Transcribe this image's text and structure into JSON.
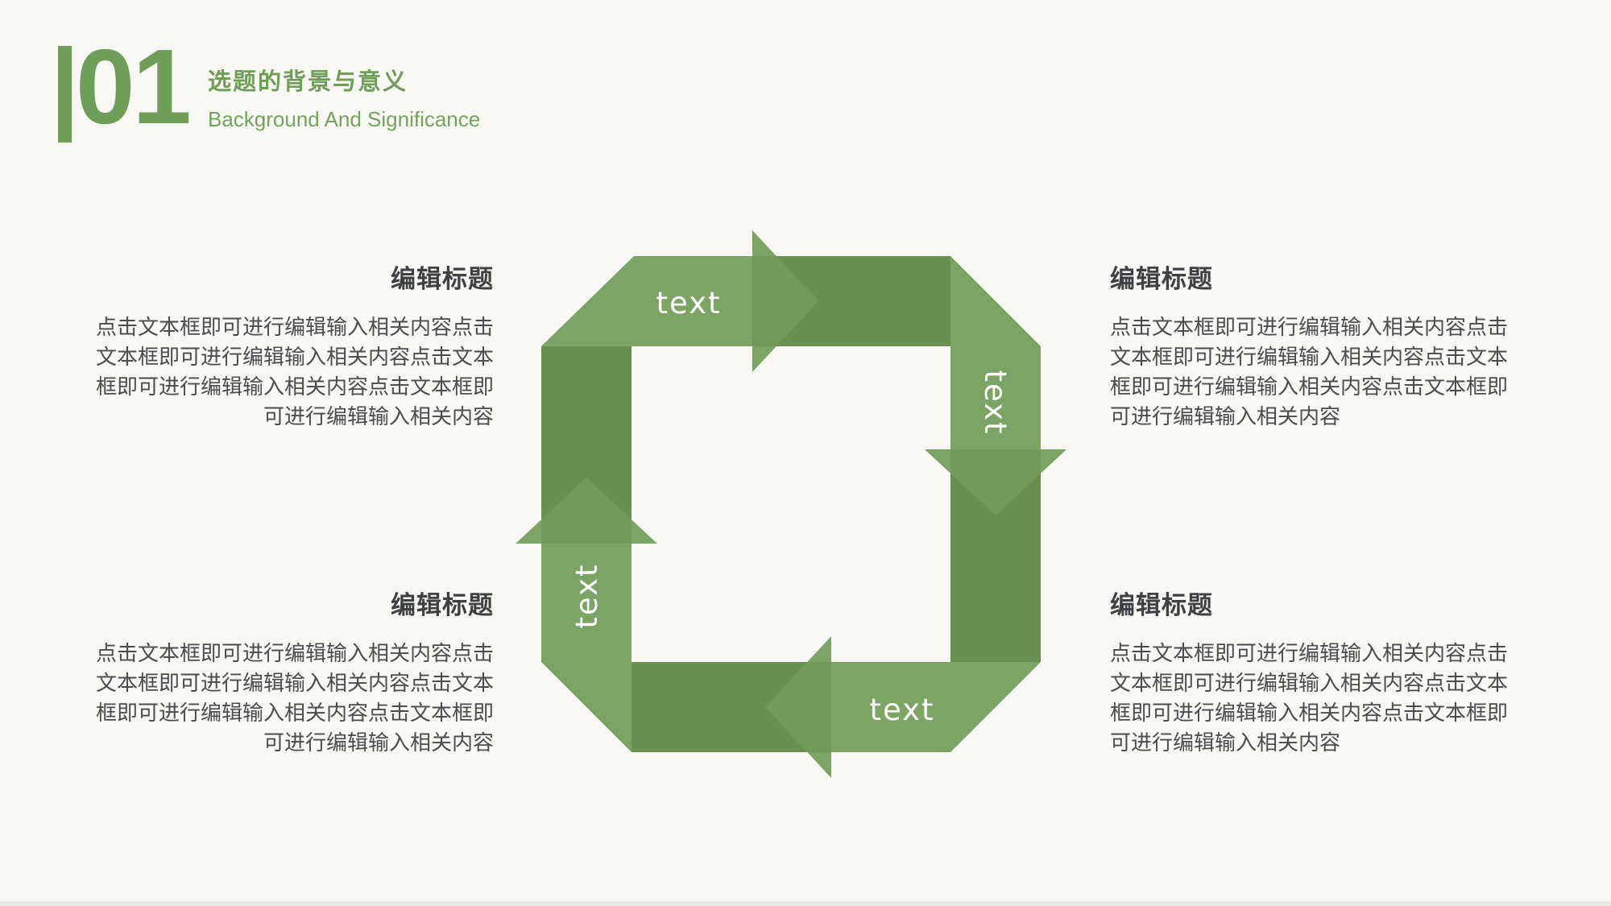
{
  "header": {
    "number": "01",
    "title_zh": "选题的背景与意义",
    "title_en": "Background And Significance",
    "accent_color": "#6f9e59"
  },
  "diagram": {
    "type": "cycle-arrows",
    "colors": {
      "light": "#7ba465",
      "dark": "#69904f",
      "overlap": "#729957",
      "label": "#ffffff"
    },
    "labels": {
      "top": "text",
      "right": "text",
      "bottom": "text",
      "left": "text"
    }
  },
  "blocks": {
    "tl": {
      "heading": "编辑标题",
      "body": "点击文本框即可进行编辑输入相关内容点击\n文本框即可进行编辑输入相关内容点击文本\n框即可进行编辑输入相关内容点击文本框即\n可进行编辑输入相关内容"
    },
    "tr": {
      "heading": "编辑标题",
      "body": "点击文本框即可进行编辑输入相关内容点击\n文本框即可进行编辑输入相关内容点击文本\n框即可进行编辑输入相关内容点击文本框即\n可进行编辑输入相关内容"
    },
    "bl": {
      "heading": "编辑标题",
      "body": "点击文本框即可进行编辑输入相关内容点击\n文本框即可进行编辑输入相关内容点击文本\n框即可进行编辑输入相关内容点击文本框即\n可进行编辑输入相关内容"
    },
    "br": {
      "heading": "编辑标题",
      "body": "点击文本框即可进行编辑输入相关内容点击\n文本框即可进行编辑输入相关内容点击文本\n框即可进行编辑输入相关内容点击文本框即\n可进行编辑输入相关内容"
    }
  }
}
